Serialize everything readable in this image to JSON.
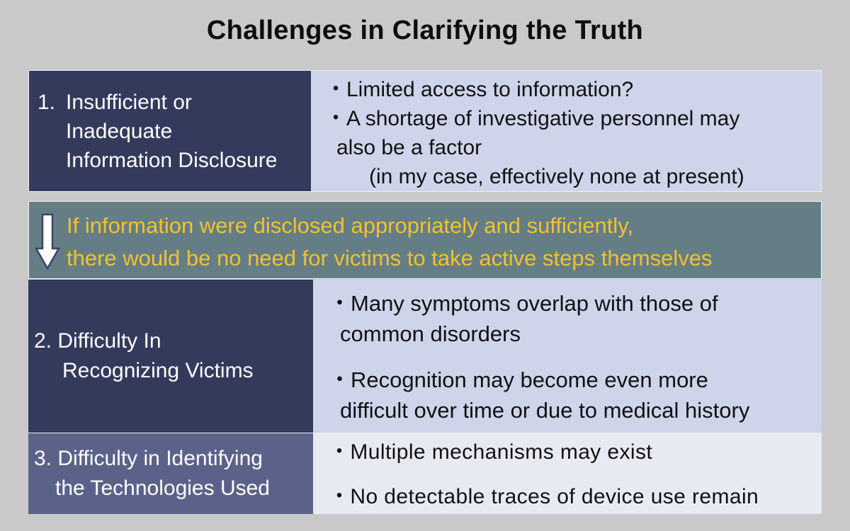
{
  "title": "Challenges in Clarifying the Truth",
  "colors": {
    "label_bg": "#333a5c",
    "label3_bg": "#5b628a",
    "detail_bg": "#ced4ea",
    "detail3_bg": "#e8eaf3",
    "banner_bg": "#657e86",
    "banner_text": "#f2c12e"
  },
  "sections": [
    {
      "number": "1.",
      "label_lines": [
        "Insufficient or",
        "Inadequate",
        "Information Disclosure"
      ],
      "details": [
        {
          "bullet": "・Limited access to information?"
        },
        {
          "bullet": "・A shortage of investigative personnel may",
          "cont": "also be a factor",
          "cont2": "(in my case, effectively none at present)"
        }
      ]
    },
    {
      "number": "2.",
      "label_lines": [
        "Difficulty In",
        "Recognizing Victims"
      ],
      "details": [
        {
          "bullet": "・Many symptoms overlap with those of",
          "cont": "common disorders"
        },
        {
          "bullet": "・Recognition may become even more",
          "cont": "difficult over time or due to medical history"
        }
      ]
    },
    {
      "number": "3.",
      "label_lines": [
        "Difficulty in Identifying",
        "the Technologies Used"
      ],
      "details": [
        {
          "bullet": "・Multiple mechanisms may exist"
        },
        {
          "bullet": "・No detectable traces of device use remain"
        }
      ]
    }
  ],
  "banner": {
    "icon": "down-arrow-icon",
    "line1": "If information were disclosed appropriately and sufficiently,",
    "line2": "there would be no need for victims to take active steps themselves"
  }
}
